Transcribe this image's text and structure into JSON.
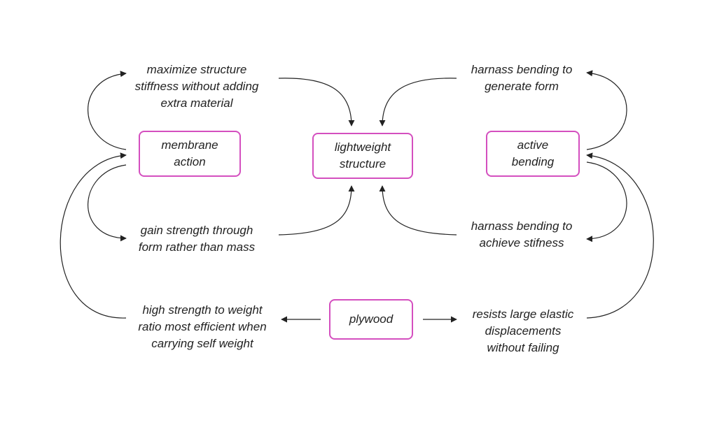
{
  "nodes": {
    "membrane": [
      "membrane",
      "action"
    ],
    "lightweight": [
      "lightweight",
      "structure"
    ],
    "active": [
      "active",
      "bending"
    ],
    "plywood": [
      "plywood"
    ]
  },
  "notes": {
    "maximize": [
      "maximize structure",
      "stiffness without adding",
      "extra material"
    ],
    "gain": [
      "gain strength through",
      "form rather than mass"
    ],
    "high": [
      "high strength to weight",
      "ratio most efficient when",
      "carrying self weight"
    ],
    "harnass_form": [
      "harnass bending to",
      "generate form"
    ],
    "harnass_stiff": [
      "harnass bending to",
      "achieve stifness"
    ],
    "resists": [
      "resists large elastic",
      "displacements",
      "without failing"
    ]
  },
  "colors": {
    "box_border": "#d44fbf",
    "text": "#222222",
    "line": "#222222"
  }
}
